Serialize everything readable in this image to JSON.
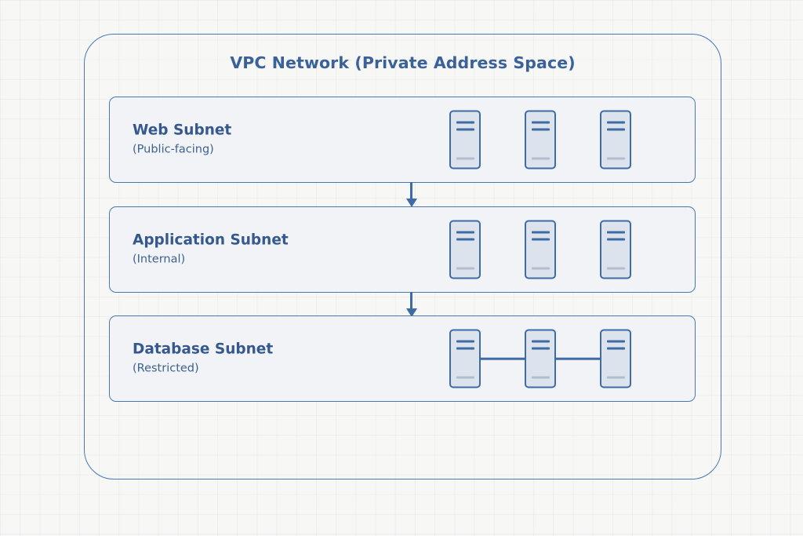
{
  "diagram": {
    "title": "VPC Network (Private Address Space)",
    "colors": {
      "stroke": "#4878b4",
      "title_text": "#3a6298",
      "subnet_name_text": "#35598e",
      "subnet_sub_text": "#3d628f",
      "subnet_fill": "#f1f3f6",
      "server_stroke": "#3d6ba5",
      "server_fill": "#dde3ec",
      "server_foot_bar": "#aebdd2",
      "background": "#f7f7f5"
    },
    "subnets": [
      {
        "id": "web",
        "name": "Web Subnet",
        "sublabel": "(Public-facing)",
        "servers": [
          "server-1",
          "server-2",
          "server-3"
        ],
        "linked": false
      },
      {
        "id": "application",
        "name": "Application Subnet",
        "sublabel": "(Internal)",
        "servers": [
          "server-1",
          "server-2",
          "server-3"
        ],
        "linked": false
      },
      {
        "id": "database",
        "name": "Database Subnet",
        "sublabel": "(Restricted)",
        "servers": [
          "server-1",
          "server-2",
          "server-3"
        ],
        "linked": true
      }
    ],
    "flows": [
      {
        "id": "web-to-app",
        "from": "web",
        "to": "application",
        "direction": "down"
      },
      {
        "id": "app-to-db",
        "from": "application",
        "to": "database",
        "direction": "down"
      }
    ]
  }
}
